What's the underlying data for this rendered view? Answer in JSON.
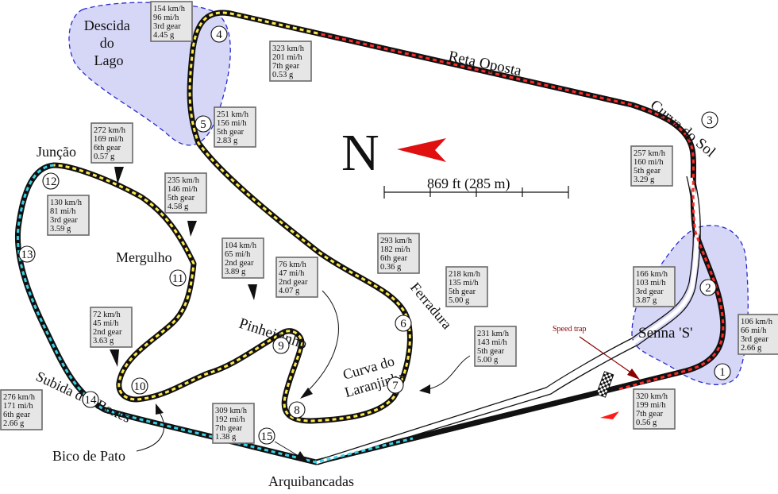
{
  "colors": {
    "sector_red": "#ff2b2b",
    "sector_yellow": "#ffe94d",
    "sector_cyan": "#38d3e6",
    "zone_fill": "#d6d6f7",
    "north_arrow": "#e01010",
    "speed_trap": "#8b0000"
  },
  "compass": {
    "letter": "N"
  },
  "scale": {
    "label": "869 ft (285 m)"
  },
  "speed_trap": {
    "label": "Speed trap"
  },
  "places": {
    "descida_do_lago": [
      "Descida",
      "do",
      "Lago"
    ],
    "reta_oposta": "Reta Oposta",
    "curva_do_sol": "Curva do Sol",
    "juncao": "Junção",
    "mergulho": "Mergulho",
    "pinheirinho": "Pinheirinho",
    "ferradura": "Ferradura",
    "curva_do_laranjinha": [
      "Curva do",
      "Laranjinha"
    ],
    "senna_s": "Senna 'S'",
    "subida_dos_boxes": "Subida dos Boxes",
    "bico_de_pato": "Bico de Pato",
    "arquibancadas": "Arquibancadas"
  },
  "corners": [
    "1",
    "2",
    "3",
    "4",
    "5",
    "6",
    "7",
    "8",
    "9",
    "10",
    "11",
    "12",
    "13",
    "14",
    "15"
  ],
  "stats": [
    {
      "id": "t4",
      "lines": [
        "154 km/h",
        "96 mi/h",
        "3rd gear",
        "4.45 g"
      ]
    },
    {
      "id": "reta",
      "lines": [
        "323 km/h",
        "201 mi/h",
        "7th gear",
        "0.53 g"
      ]
    },
    {
      "id": "t5",
      "lines": [
        "251 km/h",
        "156 mi/h",
        "5th gear",
        "2.83 g"
      ]
    },
    {
      "id": "t3",
      "lines": [
        "257 km/h",
        "160 mi/h",
        "5th gear",
        "3.29 g"
      ]
    },
    {
      "id": "t12a",
      "lines": [
        "272 km/h",
        "169 mi/h",
        "6th gear",
        "0.57 g"
      ]
    },
    {
      "id": "t12b",
      "lines": [
        "130 km/h",
        "81 mi/h",
        "3rd gear",
        "3.59 g"
      ]
    },
    {
      "id": "t11",
      "lines": [
        "235 km/h",
        "146 mi/h",
        "5th gear",
        "4.58 g"
      ]
    },
    {
      "id": "t9a",
      "lines": [
        "104 km/h",
        "65 mi/h",
        "2nd gear",
        "3.89 g"
      ]
    },
    {
      "id": "t8",
      "lines": [
        "76 km/h",
        "47 mi/h",
        "2nd gear",
        "4.07 g"
      ]
    },
    {
      "id": "t6",
      "lines": [
        "293 km/h",
        "182 mi/h",
        "6th gear",
        "0.36 g"
      ]
    },
    {
      "id": "t6b",
      "lines": [
        "218 km/h",
        "135 mi/h",
        "5th gear",
        "5.00 g"
      ]
    },
    {
      "id": "t2",
      "lines": [
        "166 km/h",
        "103 mi/h",
        "3rd gear",
        "3.87 g"
      ]
    },
    {
      "id": "t1",
      "lines": [
        "106 km/h",
        "66 mi/h",
        "3rd gear",
        "2.66 g"
      ]
    },
    {
      "id": "t10",
      "lines": [
        "72 km/h",
        "45 mi/h",
        "2nd gear",
        "3.63 g"
      ]
    },
    {
      "id": "t7",
      "lines": [
        "231 km/h",
        "143 mi/h",
        "5th gear",
        "5.00 g"
      ]
    },
    {
      "id": "t14",
      "lines": [
        "276 km/h",
        "171 mi/h",
        "6th gear",
        "2.66 g"
      ]
    },
    {
      "id": "t15",
      "lines": [
        "309 km/h",
        "192 mi/h",
        "7th gear",
        "1.38 g"
      ]
    },
    {
      "id": "main",
      "lines": [
        "320 km/h",
        "199 mi/h",
        "7th gear",
        "0.56 g"
      ]
    }
  ]
}
